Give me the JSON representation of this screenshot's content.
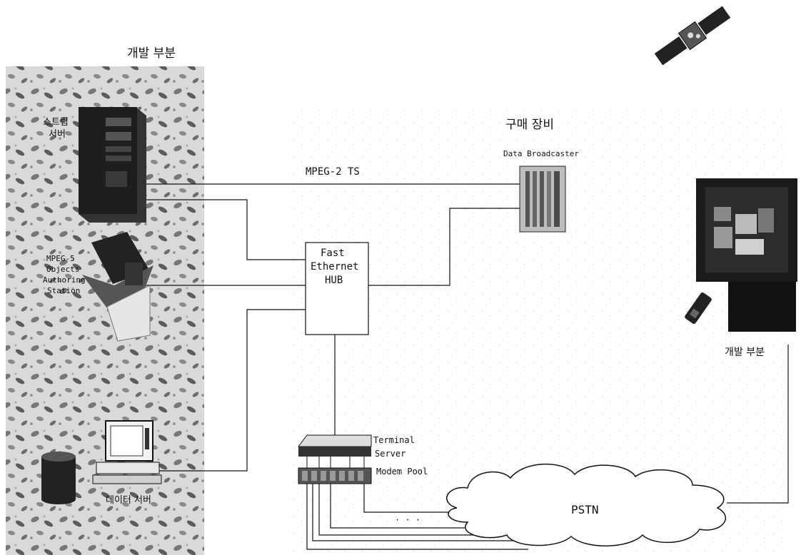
{
  "section_labels": {
    "dev_left": "개발 부분",
    "purchase": "구매 장비",
    "dev_right": "개발 부분"
  },
  "devices": {
    "streaming_server_line1": "스트림",
    "streaming_server_line2": "서버",
    "authoring_line1": "MPEG-5",
    "authoring_line2": "Objects",
    "authoring_line3": "Authoring",
    "authoring_line4": "Station",
    "data_server": "데이터 서버",
    "data_broadcaster": "Data Broadcaster",
    "hub_line1": "Fast",
    "hub_line2": "Ethernet",
    "hub_line3": "HUB",
    "terminal_server_line1": "Terminal",
    "terminal_server_line2": "Server",
    "modem_pool": "Modem Pool",
    "pstn": "PSTN"
  },
  "links": {
    "mpeg_ts": "MPEG-2 TS",
    "ellipsis": "· · ·"
  },
  "icons": [
    "satellite-icon",
    "tv-set-top-icon",
    "remote-control-icon",
    "tower-server-icon",
    "workstation-icon",
    "database-icon",
    "data-broadcaster-icon",
    "terminal-server-icon",
    "modem-pool-icon",
    "cloud-icon"
  ]
}
